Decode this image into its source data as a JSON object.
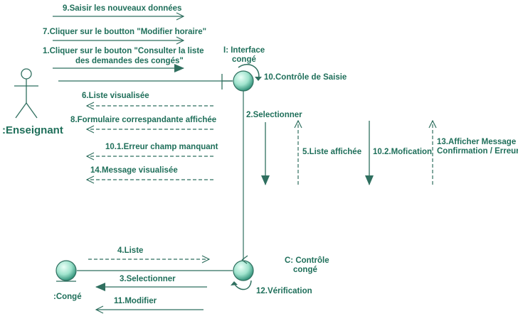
{
  "colors": {
    "ink": "#1f6f5a",
    "stroke": "#2f6f5f",
    "sphere_light": "#eafff7",
    "sphere_mid": "#9fe3cd",
    "sphere_dark": "#2e8f77"
  },
  "actor": {
    "name": ":Enseignant"
  },
  "objects": {
    "interface": {
      "label_line1": "I: Interface",
      "label_line2": "congé"
    },
    "controle": {
      "label_line1": "C: Contrôle",
      "label_line2": "congé"
    },
    "conge": {
      "label": ":Congé"
    }
  },
  "messages": {
    "m9": "9.Saisir les nouveaux données",
    "m7": "7.Cliquer sur le boutton \"Modifier horaire\"",
    "m1_line1": "1.Cliquer sur le bouton \"Consulter la liste",
    "m1_line2": "des demandes des congés\"",
    "m10": "10.Contrôle de Saisie",
    "m6": "6.Liste visualisée",
    "m8": "8.Formulaire correspandante affichée",
    "m10_1": "10.1.Erreur champ manquant",
    "m14": "14.Message visualisée",
    "m2": "2.Selectionner",
    "m5": "5.Liste affichée",
    "m10_2": "10.2.Mofication",
    "m13_line1": "13.Afficher Message",
    "m13_line2": "Confirmation / Erreur",
    "m4": "4.Liste",
    "m3": "3.Selectionner",
    "m12": "12.Vérification",
    "m11": "11.Modifier"
  }
}
